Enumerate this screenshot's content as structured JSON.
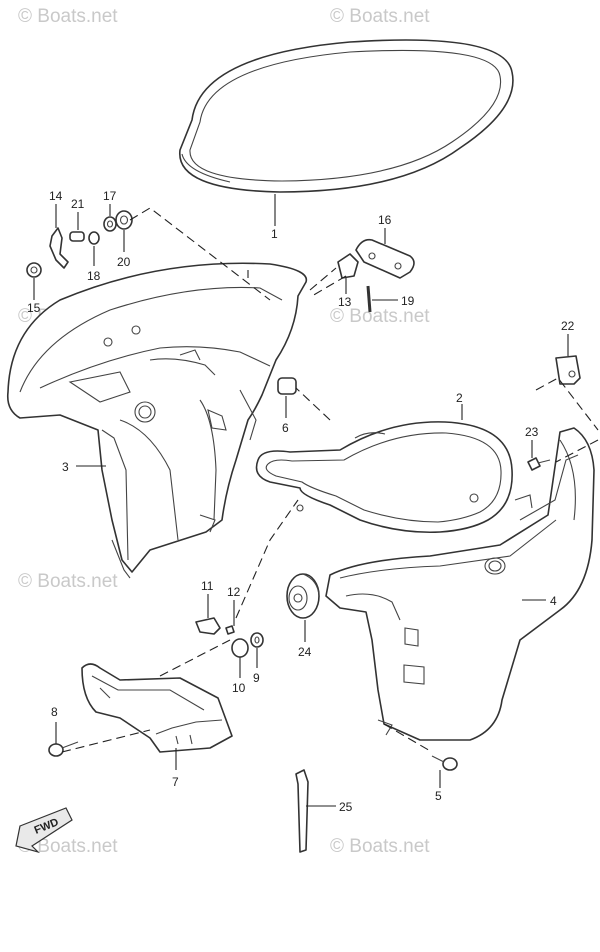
{
  "watermark": "© Boats.net",
  "fwd_label": "FWD",
  "callouts": {
    "p1": "1",
    "p2": "2",
    "p3": "3",
    "p4": "4",
    "p5": "5",
    "p6": "6",
    "p7": "7",
    "p8": "8",
    "p9": "9",
    "p10": "10",
    "p11": "11",
    "p12": "12",
    "p13": "13",
    "p14": "14",
    "p15": "15",
    "p16": "16",
    "p17": "17",
    "p18": "18",
    "p19": "19",
    "p20": "20",
    "p21": "21",
    "p22": "22",
    "p23": "23",
    "p24": "24",
    "p25": "25"
  }
}
